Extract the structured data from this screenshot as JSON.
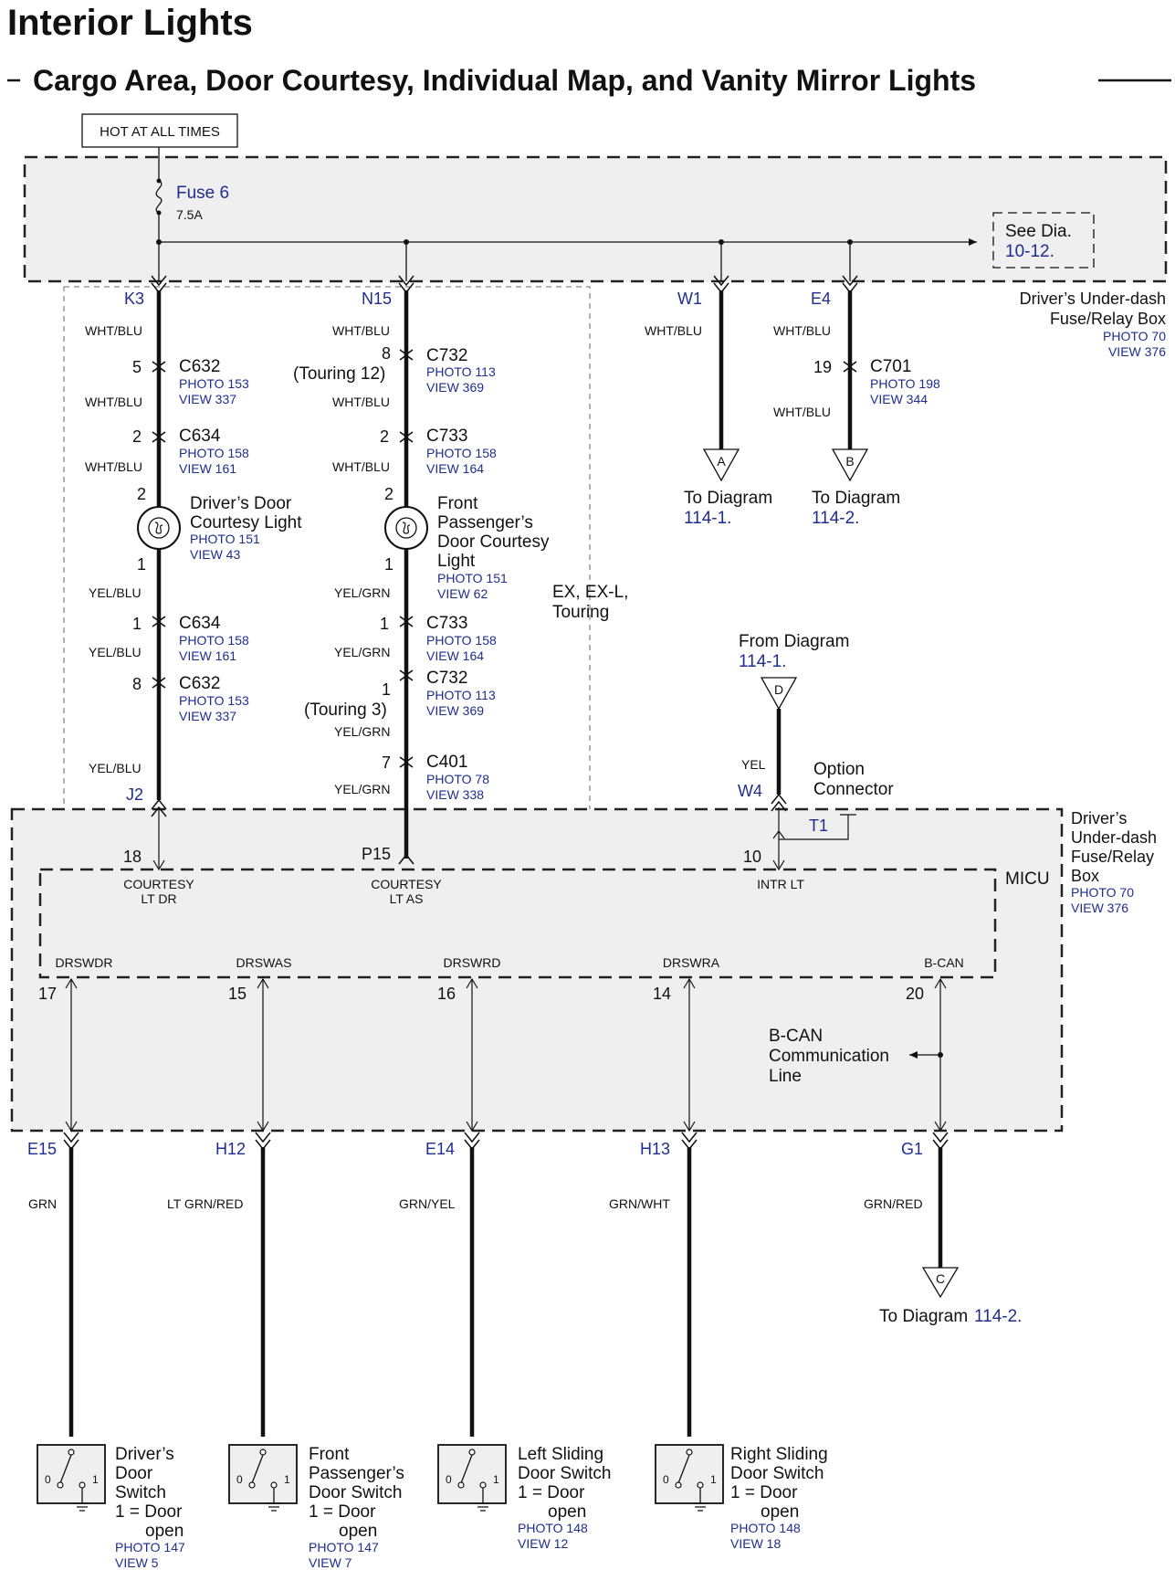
{
  "title": "Interior Lights",
  "subtitle": "Cargo Area, Door Courtesy, Individual Map, and Vanity Mirror Lights",
  "hot": "HOT AT ALL TIMES",
  "fuse": {
    "name": "Fuse 6",
    "rating": "7.5A"
  },
  "see_dia": {
    "l1": "See  Dia.",
    "l2": "10-12."
  },
  "relay_top": {
    "l1": "Driver’s Under-dash",
    "l2": "Fuse/Relay Box",
    "p": "PHOTO 70",
    "v": "VIEW 376"
  },
  "relay_mid": {
    "l1": "Driver’s",
    "l2": "Under-dash",
    "l3": "Fuse/Relay",
    "l4": "Box",
    "p": "PHOTO 70",
    "v": "VIEW 376"
  },
  "micu": "MICU",
  "ex_note": {
    "l1": "EX, EX-L,",
    "l2": "Touring"
  },
  "pins_top": {
    "k3": "K3",
    "n15": "N15",
    "w1": "W1",
    "e4": "E4",
    "j2": "J2",
    "w4": "W4",
    "t1": "T1",
    "p15": "P15"
  },
  "pin_nums": {
    "n18": "18",
    "n10": "10",
    "n17": "17",
    "n15": "15",
    "n16": "16",
    "n14": "14",
    "n20": "20"
  },
  "micu_labels": {
    "cldr1": "COURTESY",
    "cldr2": "LT DR",
    "clas1": "COURTESY",
    "clas2": "LT AS",
    "intr": "INTR LT",
    "drswdr": "DRSWDR",
    "drswas": "DRSWAS",
    "drswrd": "DRSWRD",
    "drswra": "DRSWRA",
    "bcan": "B-CAN"
  },
  "wires": {
    "wb": "WHT/BLU",
    "yb": "YEL/BLU",
    "yg": "YEL/GRN",
    "yel": "YEL",
    "grn": "GRN",
    "lgr": "LT GRN/RED",
    "gry": "GRN/YEL",
    "grw": "GRN/WHT",
    "grr": "GRN/RED"
  },
  "c632": "C632",
  "c634": "C634",
  "c732": "C732",
  "c733": "C733",
  "c701": "C701",
  "c401": "C401",
  "ph153": "PHOTO 153",
  "v337": "VIEW 337",
  "ph158": "PHOTO 158",
  "v161": "VIEW 161",
  "v164": "VIEW 164",
  "ph113": "PHOTO 113",
  "v369": "VIEW 369",
  "ph198": "PHOTO 198",
  "v344": "VIEW 344",
  "ph78": "PHOTO 78",
  "v338": "VIEW 338",
  "nums": {
    "n5": "5",
    "n2": "2",
    "n1": "1",
    "n8": "8",
    "n19": "19",
    "n7": "7"
  },
  "touring12": "(Touring 12)",
  "touring3": "(Touring 3)",
  "dl": {
    "l1": "Driver’s Door",
    "l2": "Courtesy Light",
    "p": "PHOTO 151",
    "v": "VIEW 43"
  },
  "fpl": {
    "l1": "Front",
    "l2": "Passenger’s",
    "l3": "Door Courtesy",
    "l4": "Light",
    "p": "PHOTO 151",
    "v": "VIEW 62"
  },
  "to_a": {
    "t": "To Diagram",
    "d": "114-1.",
    "tri": "A"
  },
  "to_b": {
    "t": "To Diagram",
    "d": "114-2.",
    "tri": "B"
  },
  "from_d": {
    "t": "From Diagram",
    "d": "114-1.",
    "tri": "D"
  },
  "to_c": {
    "t": "To Diagram",
    "d": "114-2.",
    "tri": "C"
  },
  "option": {
    "l1": "Option",
    "l2": "Connector"
  },
  "bcanline": {
    "l1": "B-CAN",
    "l2": "Communication",
    "l3": "Line"
  },
  "bottom_pins": {
    "e15": "E15",
    "h12": "H12",
    "e14": "E14",
    "h13": "H13",
    "g1": "G1"
  },
  "sw0": "0",
  "sw1": "1",
  "sw_dr": {
    "l1": "Driver’s",
    "l2": "Door",
    "l3": "Switch",
    "l4": "1 = Door",
    "l5": "open",
    "p": "PHOTO 147",
    "v": "VIEW 5"
  },
  "sw_fp": {
    "l1": "Front",
    "l2": "Passenger’s",
    "l3": "Door Switch",
    "l4": "1 = Door",
    "l5": "open",
    "p": "PHOTO 147",
    "v": "VIEW 7"
  },
  "sw_ls": {
    "l1": "Left Sliding",
    "l2": "Door Switch",
    "l3": "1 = Door",
    "l4": "open",
    "p": "PHOTO 148",
    "v": "VIEW 12"
  },
  "sw_rs": {
    "l1": "Right Sliding",
    "l2": "Door Switch",
    "l3": "1 = Door",
    "l4": "open",
    "p": "PHOTO 148",
    "v": "VIEW 18"
  }
}
